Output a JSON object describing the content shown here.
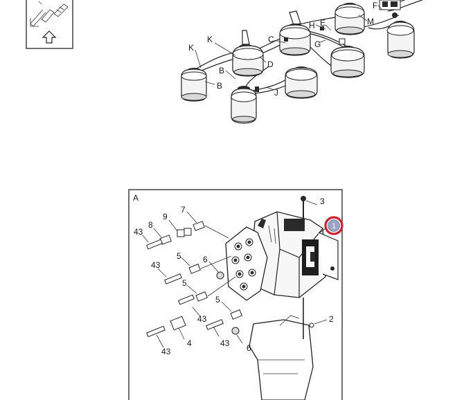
{
  "top_diagram": {
    "labels": {
      "K1": "K",
      "K2": "K",
      "C": "C",
      "D": "D",
      "B1": "B",
      "B2": "B",
      "J": "J",
      "H": "H",
      "E": "E",
      "G": "G",
      "M": "M",
      "F": "F"
    }
  },
  "bottom_diagram": {
    "panel_label": "A",
    "callout_label": "1",
    "callout_color": "#d0202a",
    "part_numbers": {
      "p3": "3",
      "p7": "7",
      "p9": "9",
      "p8": "8",
      "p43a": "43",
      "p43b": "43",
      "p5a": "5",
      "p6a": "6",
      "p5b": "5",
      "p5c": "5",
      "p43c": "43",
      "p43d": "43",
      "p4": "4",
      "p43e": "43",
      "p6b": "6",
      "p2": "2"
    }
  }
}
